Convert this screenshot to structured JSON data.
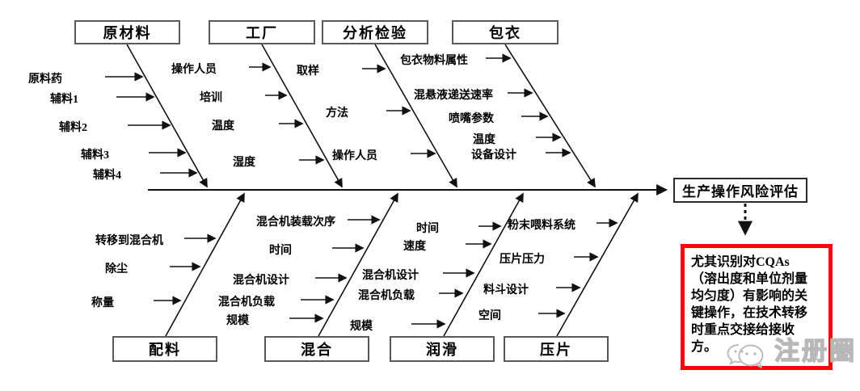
{
  "diagram": {
    "type": "fishbone",
    "head": "生产操作风险评估"
  },
  "top_categories": {
    "raw_materials": {
      "label": "原材料",
      "causes": [
        "原料药",
        "辅料1",
        "辅料2",
        "辅料3",
        "辅料4"
      ]
    },
    "factory": {
      "label": "工厂",
      "causes": [
        "操作人员",
        "培训",
        "温度",
        "湿度"
      ]
    },
    "analysis_testing": {
      "label": "分析检验",
      "causes": [
        "取样",
        "方法",
        "操作人员"
      ]
    },
    "coating": {
      "label": "包衣",
      "causes": [
        "包衣物料属性",
        "混悬液递送速率",
        "喷嘴参数",
        "温度",
        "设备设计"
      ]
    }
  },
  "bottom_categories": {
    "dispensing": {
      "label": "配料",
      "causes": [
        "转移到混合机",
        "除尘",
        "称量"
      ]
    },
    "blending": {
      "label": "混合",
      "causes": [
        "混合机装载次序",
        "时间",
        "混合机设计",
        "混合机负载",
        "规模"
      ]
    },
    "lubrication": {
      "label": "润滑",
      "causes": [
        "时间",
        "速度",
        "混合机设计",
        "混合机负载",
        "规模"
      ]
    },
    "compression": {
      "label": "压片",
      "causes": [
        "粉末喂料系统",
        "压片压力",
        "料斗设计",
        "空间"
      ]
    }
  },
  "note": {
    "text": "尤其识别对CQAs\n（溶出度和单位剂量\n均匀度）有影响的关\n键操作，在技术转移\n时重点交接给接收\n方。",
    "border_color": "#fe0000"
  },
  "watermark": {
    "icon": "wechat-icon",
    "text": "注册圈",
    "color": "#b8b8b8"
  },
  "colors": {
    "line": "#111111",
    "box_border": "#595959",
    "text": "#000000"
  }
}
